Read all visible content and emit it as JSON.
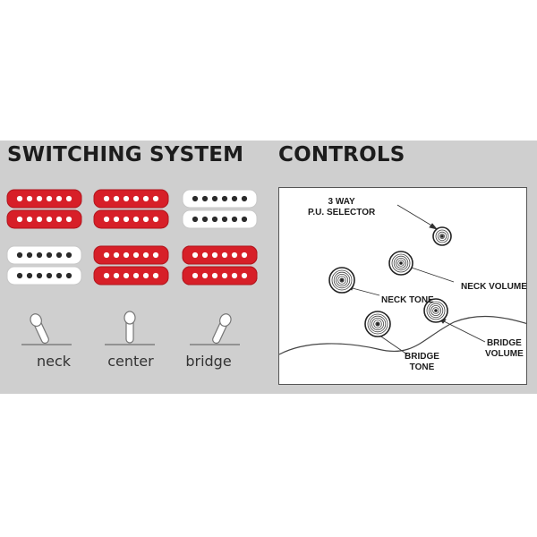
{
  "switching": {
    "title": "SWITCHING SYSTEM",
    "positions": [
      {
        "label": "neck",
        "coils": [
          "#d71f28",
          "#d71f28",
          "#ffffff",
          "#ffffff",
          "#ffffff",
          "#ffffff"
        ]
      },
      {
        "label": "center",
        "coils": [
          "#d71f28",
          "#d71f28",
          "#ffffff",
          "#ffffff",
          "#d71f28",
          "#d71f28"
        ]
      },
      {
        "label": "bridge",
        "coils": [
          "#ffffff",
          "#ffffff",
          "#d71f28",
          "#d71f28",
          "#d71f28",
          "#d71f28"
        ]
      }
    ]
  },
  "controls": {
    "title": "CONTROLS",
    "selector_line1": "3 WAY",
    "selector_line2": "P.U. SELECTOR",
    "neck_volume": "NECK VOLUME",
    "neck_tone": "NECK TONE",
    "bridge_tone_line1": "BRIDGE",
    "bridge_tone_line2": "TONE",
    "bridge_volume_line1": "BRIDGE",
    "bridge_volume_line2": "VOLUME"
  },
  "colors": {
    "active_coil": "#d71f28",
    "inactive_coil": "#ffffff",
    "band_background": "#cfcfcf"
  }
}
